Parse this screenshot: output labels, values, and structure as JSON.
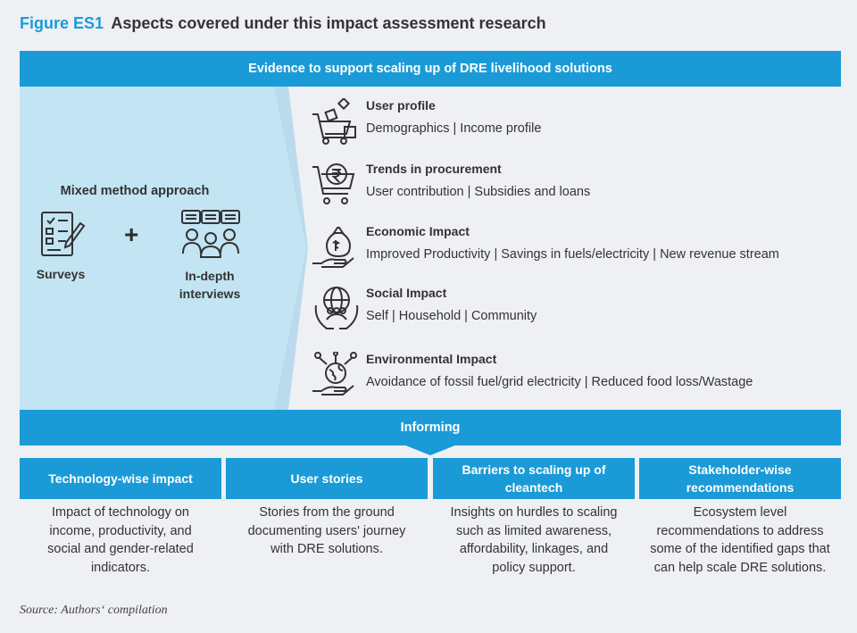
{
  "figure": {
    "label": "Figure ES1",
    "title": "Aspects covered under this impact assessment research"
  },
  "top_bar": "Evidence to support scaling up of DRE livelihood solutions",
  "method": {
    "title": "Mixed method approach",
    "plus": "+",
    "surveys": "Surveys",
    "interviews": "In-depth interviews"
  },
  "aspects": [
    {
      "title": "User profile",
      "desc": "Demographics | Income profile",
      "icon": "shopping-cart-icon"
    },
    {
      "title": "Trends in procurement",
      "desc": "User contribution | Subsidies and loans",
      "icon": "rupee-cart-icon"
    },
    {
      "title": "Economic Impact",
      "desc": "Improved Productivity | Savings in fuels/electricity |  New revenue stream",
      "icon": "money-bag-hand-icon"
    },
    {
      "title": "Social Impact",
      "desc": "Self | Household | Community",
      "icon": "globe-people-hands-icon"
    },
    {
      "title": "Environmental Impact",
      "desc": "Avoidance of fossil fuel/grid electricity | Reduced food loss/Wastage",
      "icon": "earth-hand-icon"
    }
  ],
  "inform_bar": "Informing",
  "outputs": [
    {
      "head": "Technology-wise impact",
      "body": "Impact of technology on income, productivity, and social and gender-related indicators."
    },
    {
      "head": "User stories",
      "body": "Stories from the ground documenting users' journey with DRE solutions."
    },
    {
      "head": "Barriers to scaling up of cleantech",
      "body": "Insights on hurdles to scaling such as limited awareness, affordability, linkages, and policy support."
    },
    {
      "head": "Stakeholder-wise recommendations",
      "body": "Ecosystem level recommendations to address some of the identified gaps that can help scale DRE solutions."
    }
  ],
  "source": "Source: Authors‘ compilation",
  "colors": {
    "accent": "#1a9bd7",
    "panel": "#c3e4f3",
    "background": "#eef0f3"
  }
}
